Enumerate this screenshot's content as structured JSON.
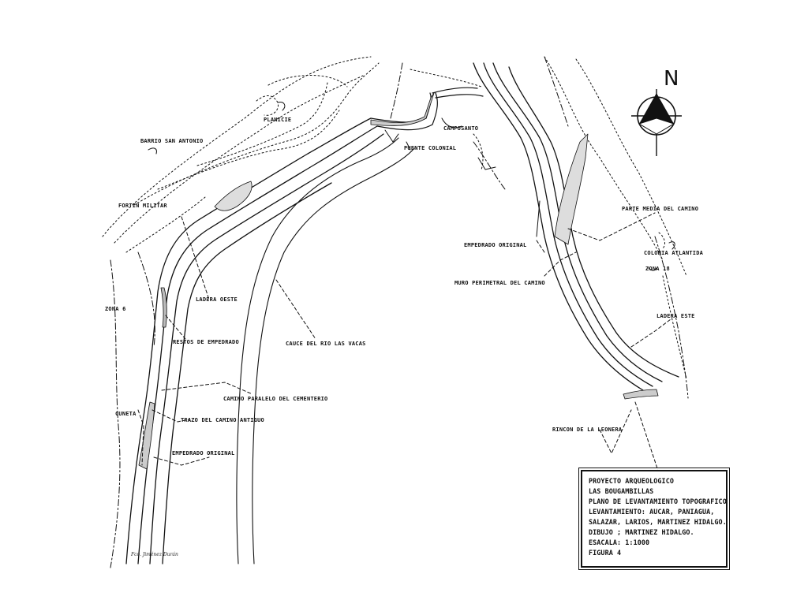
{
  "map": {
    "north_label": "N",
    "labels": {
      "barrio": "BARRIO SAN ANTONIO",
      "planicie": "PLANICIE",
      "fortin": "FORTIN MILITAR",
      "camposanto": "CAMPOSANTO",
      "puente": "PUENTE COLONIAL",
      "zona6": "ZONA 6",
      "ladera_oeste": "LADERA OESTE",
      "restos": "RESTOS DE EMPEDRADO",
      "cauce": "CAUCE DEL RIO LAS VACAS",
      "camino_paralelo": "CAMINO PARALELO DEL CEMENTERIO",
      "cuneta": "CUNETA",
      "trazo": "TRAZO DEL CAMINO ANTIGUO",
      "empedrado_original_w": "EMPEDRADO ORIGINAL",
      "parte_media": "PARTE MEDIA DEL CAMINO",
      "empedrado_original_e": "EMPEDRADO ORIGINAL",
      "colonia": "COLONIA ATLANTIDA",
      "zona18": "ZONA 18",
      "muro": "MURO PERIMETRAL DEL CAMINO",
      "ladera_este": "LADERA ESTE",
      "rincon": "RINCON DE LA LEONERA"
    },
    "signature": "Fco. Jiménez Durán"
  },
  "title_block": {
    "lines": [
      "PROYECTO ARQUEOLOGICO",
      "LAS BOUGAMBILLAS",
      "PLANO DE LEVANTAMIENTO TOPOGRAFICO",
      "LEVANTAMIENTO: AUCAR, PANIAGUA,",
      "SALAZAR, LARIOS, MARTINEZ HIDALGO.",
      "DIBUJO ; MARTINEZ HIDALGO.",
      "ESACALA: 1:1000",
      "FIGURA 4"
    ]
  }
}
